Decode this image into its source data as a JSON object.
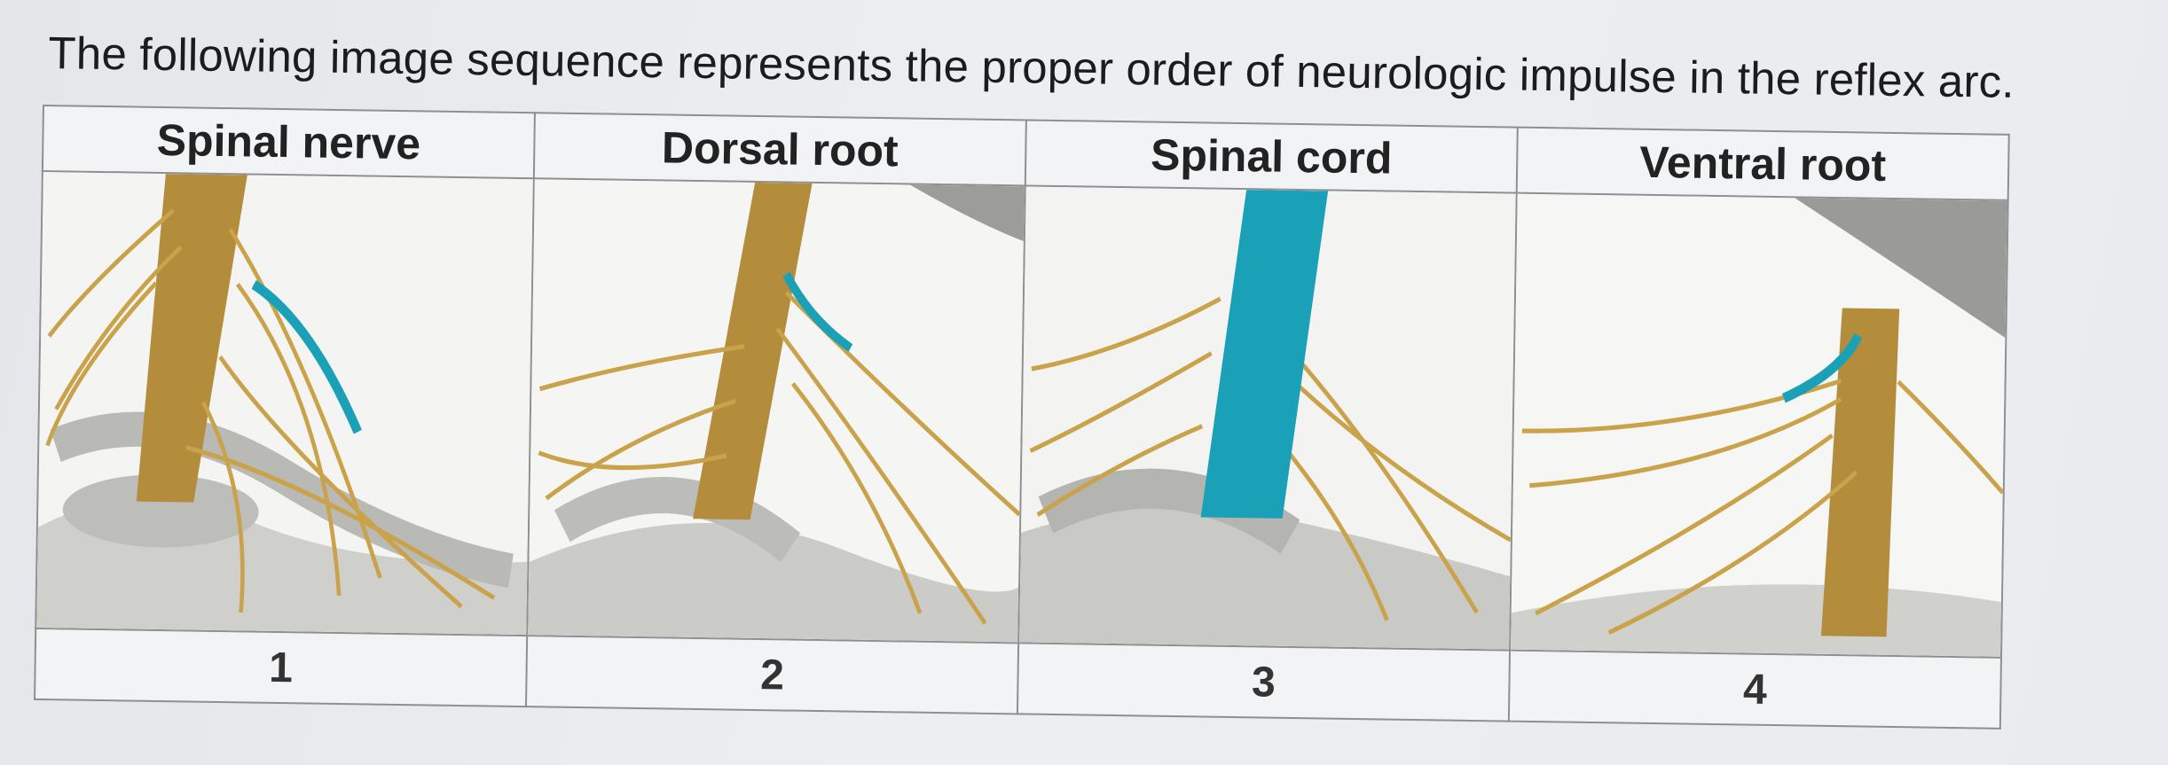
{
  "question": "The following image sequence represents the proper order of neurologic impulse in the reflex arc.",
  "panels": [
    {
      "label": "Spinal nerve",
      "number": "1"
    },
    {
      "label": "Dorsal root",
      "number": "2"
    },
    {
      "label": "Spinal cord",
      "number": "3"
    },
    {
      "label": "Ventral root",
      "number": "4"
    }
  ],
  "colors": {
    "nerve": "#b8903a",
    "highlight": "#1aa1b8",
    "bone": "#c8c8c4"
  }
}
